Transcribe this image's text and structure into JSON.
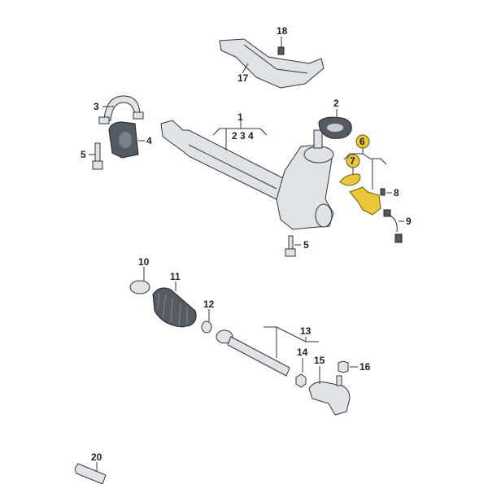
{
  "diagram": {
    "callouts": {
      "c18": "18",
      "c17": "17",
      "c3": "3",
      "c1": "1",
      "c1_sub": "2 3 4",
      "c2": "2",
      "c4": "4",
      "c5a": "5",
      "c6": "6",
      "c7": "7",
      "c8": "8",
      "c9": "9",
      "c5b": "5",
      "c10": "10",
      "c11": "11",
      "c12": "12",
      "c13": "13",
      "c14": "14",
      "c15": "15",
      "c16": "16",
      "c20": "20"
    },
    "colors": {
      "highlight": "#e9c73a",
      "part": "#dfe3e8",
      "line": "#333333"
    }
  }
}
